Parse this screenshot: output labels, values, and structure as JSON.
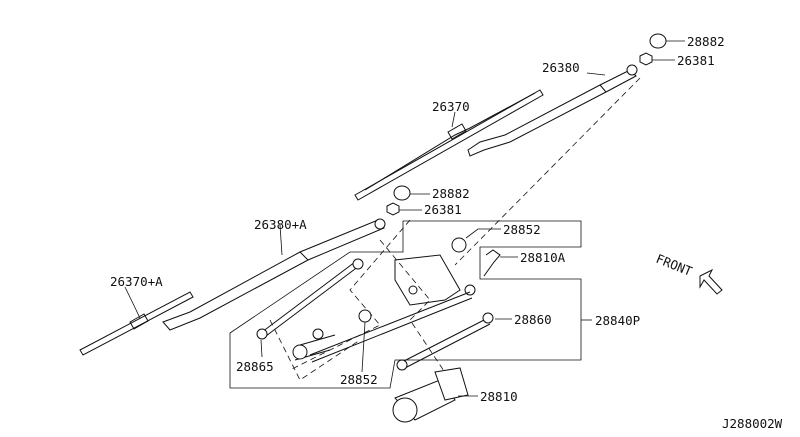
{
  "diagram": {
    "labels": {
      "cap_rh": "28882",
      "nut_rh": "26381",
      "arm_rh": "26380",
      "blade_rh": "26370",
      "cap_lh": "28882",
      "nut_lh": "26381",
      "arm_lh": "26380+A",
      "pivot_bushing_top": "28852",
      "bolt": "28810A",
      "blade_lh": "26370+A",
      "link_rod": "28860",
      "linkage_assy": "28840P",
      "link_rod_lh": "28865",
      "pivot_bushing_bottom": "28852",
      "motor": "28810"
    },
    "front_label": "FRONT",
    "diagram_code": "J288002W"
  }
}
